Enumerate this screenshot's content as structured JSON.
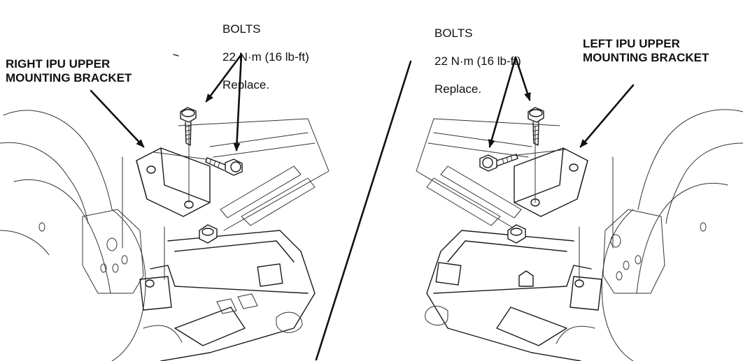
{
  "left_panel": {
    "bracket_label": "RIGHT IPU UPPER\nMOUNTING BRACKET",
    "bolts_title": "BOLTS",
    "bolts_torque": "22 N·m (16 lb-ft)",
    "bolts_note": "Replace."
  },
  "right_panel": {
    "bracket_label": "LEFT IPU UPPER\nMOUNTING BRACKET",
    "bolts_title": "BOLTS",
    "bolts_torque": "22 N·m (16 lb-ft)",
    "bolts_note": "Replace."
  }
}
